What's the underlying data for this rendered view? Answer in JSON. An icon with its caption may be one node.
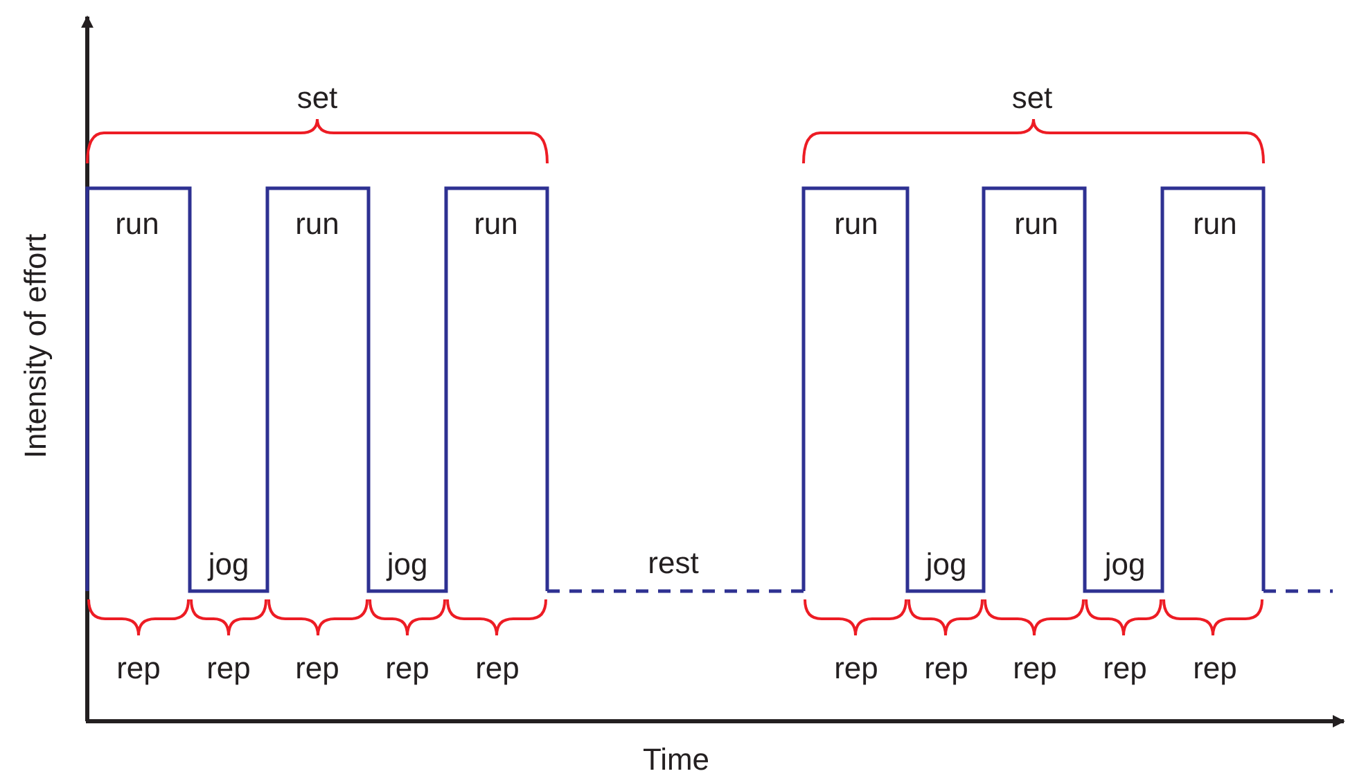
{
  "diagram": {
    "labels": [
      "set",
      "set",
      "Intensity of effort",
      "run",
      "run",
      "run",
      "run",
      "run",
      "run",
      "rest",
      "jog",
      "jog",
      "jog",
      "jog",
      "rep",
      "rep",
      "rep",
      "rep",
      "rep",
      "rep",
      "rep",
      "rep",
      "rep",
      "rep",
      "Time"
    ]
  }
}
